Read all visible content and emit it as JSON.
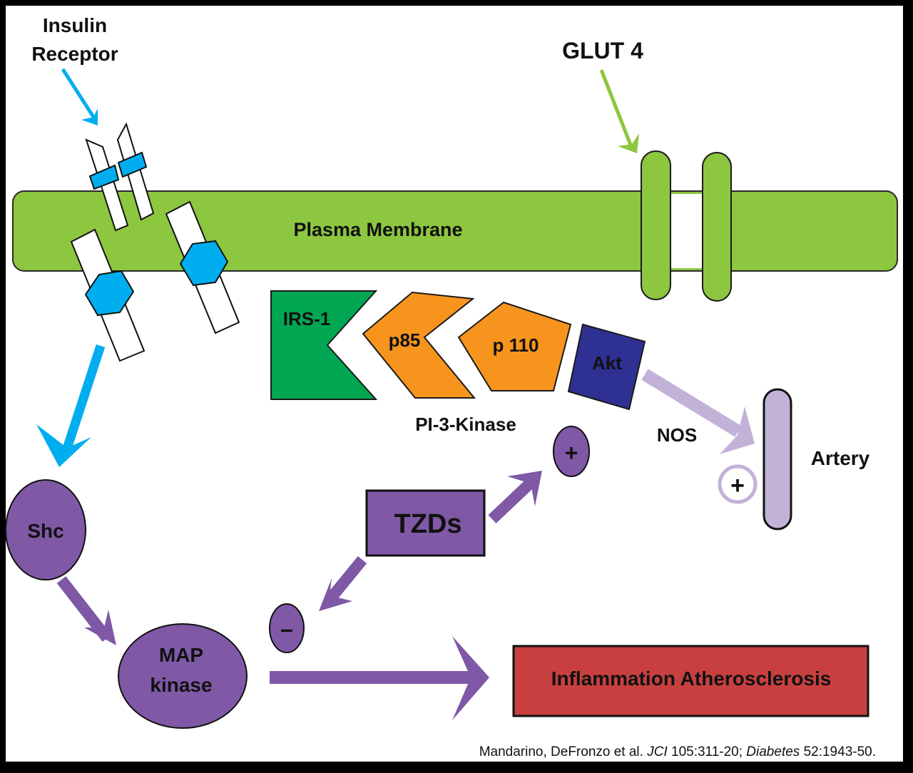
{
  "diagram": {
    "labels": {
      "insulin_receptor_line1": "Insulin",
      "insulin_receptor_line2": "Receptor",
      "glut4": "GLUT 4",
      "plasma_membrane": "Plasma Membrane",
      "irs1": "IRS-1",
      "p85": "p85",
      "p110": "p 110",
      "akt": "Akt",
      "pi3k": "PI-3-Kinase",
      "nos": "NOS",
      "artery": "Artery",
      "shc": "Shc",
      "map_line1": "MAP",
      "map_line2": "kinase",
      "tzds": "TZDs",
      "plus": "+",
      "minus": "–",
      "inflammation": "Inflammation Atherosclerosis"
    },
    "citation": {
      "authors": "Mandarino, DeFronzo et al. ",
      "journal1": "JCI",
      "ref1": " 105:311-20; ",
      "journal2": "Diabetes",
      "ref2": " 52:1943-50."
    },
    "colors": {
      "membrane_green": "#8dc63f",
      "irs_green": "#00a651",
      "pi3k_orange": "#f7941d",
      "akt_blue": "#2e3192",
      "receptor_blue": "#00aeef",
      "purple": "#7f58a6",
      "lavender": "#c2b2d8",
      "inflammation_red": "#c7403f",
      "background": "#ffffff",
      "frame": "#000000"
    }
  }
}
